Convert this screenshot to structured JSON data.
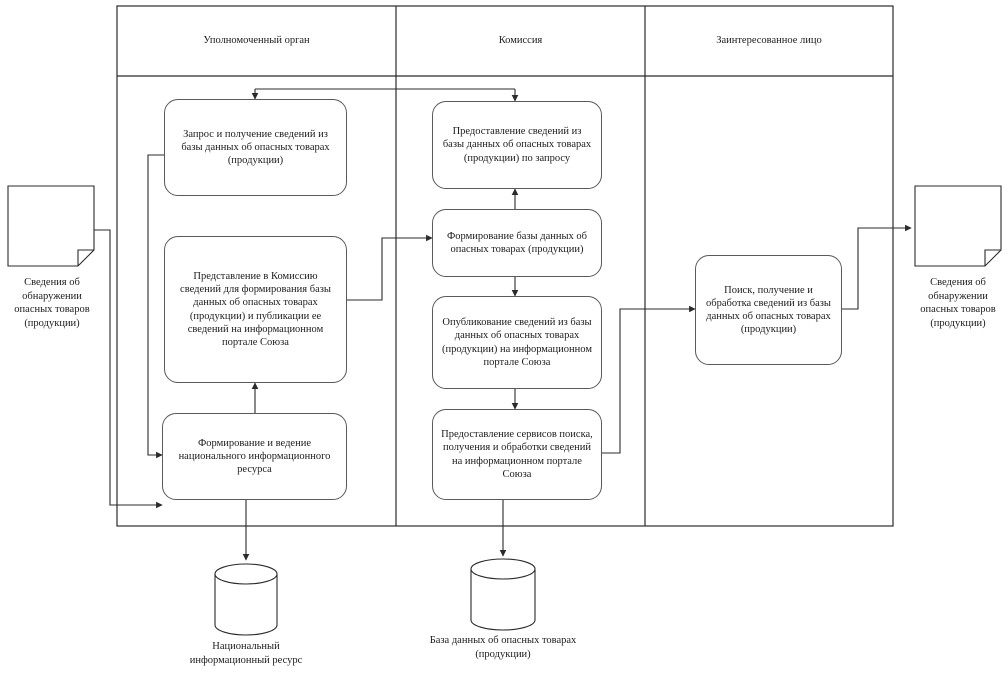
{
  "diagram": {
    "lanes": [
      {
        "id": "lane-authority",
        "title": "Уполномоченный орган"
      },
      {
        "id": "lane-commission",
        "title": "Комиссия"
      },
      {
        "id": "lane-person",
        "title": "Заинтересованное лицо"
      }
    ],
    "processes": [
      {
        "id": "p1",
        "lane": "lane-authority",
        "label": "Запрос и получение сведений из базы данных об опасных товарах (продукции)"
      },
      {
        "id": "p2",
        "lane": "lane-authority",
        "label": "Представление в Комиссию сведений для формирования базы данных об опасных товарах (продукции) и публикации ее сведений на информационном портале Союза"
      },
      {
        "id": "p3",
        "lane": "lane-authority",
        "label": "Формирование и ведение национального информационного ресурса"
      },
      {
        "id": "p4",
        "lane": "lane-commission",
        "label": "Предоставление сведений из базы данных об опасных товарах (продукции) по запросу"
      },
      {
        "id": "p5",
        "lane": "lane-commission",
        "label": "Формирование базы данных об опасных товарах (продукции)"
      },
      {
        "id": "p6",
        "lane": "lane-commission",
        "label": "Опубликование сведений из базы данных об опасных товарах (продукции) на информационном портале Союза"
      },
      {
        "id": "p7",
        "lane": "lane-commission",
        "label": "Предоставление сервисов поиска, получения и обработки сведений на информационном портале Союза"
      },
      {
        "id": "p8",
        "lane": "lane-person",
        "label": "Поиск, получение и обработка сведений из базы данных об опасных товарах (продукции)"
      }
    ],
    "documents": [
      {
        "id": "doc-left",
        "label": "Сведения об обнаружении опасных товаров (продукции)"
      },
      {
        "id": "doc-right",
        "label": "Сведения об обнаружении опасных товаров (продукции)"
      }
    ],
    "datastores": [
      {
        "id": "db-national",
        "label": "Национальный информационный ресурс"
      },
      {
        "id": "db-dangerous-goods",
        "label": "База данных об опасных товарах (продукции)"
      }
    ],
    "colors": {
      "stroke": "#5a5a5a",
      "lane_border": "#2b2b2b",
      "connector": "#2b2b2b",
      "background": "#ffffff",
      "text": "#1c1c1c"
    }
  }
}
